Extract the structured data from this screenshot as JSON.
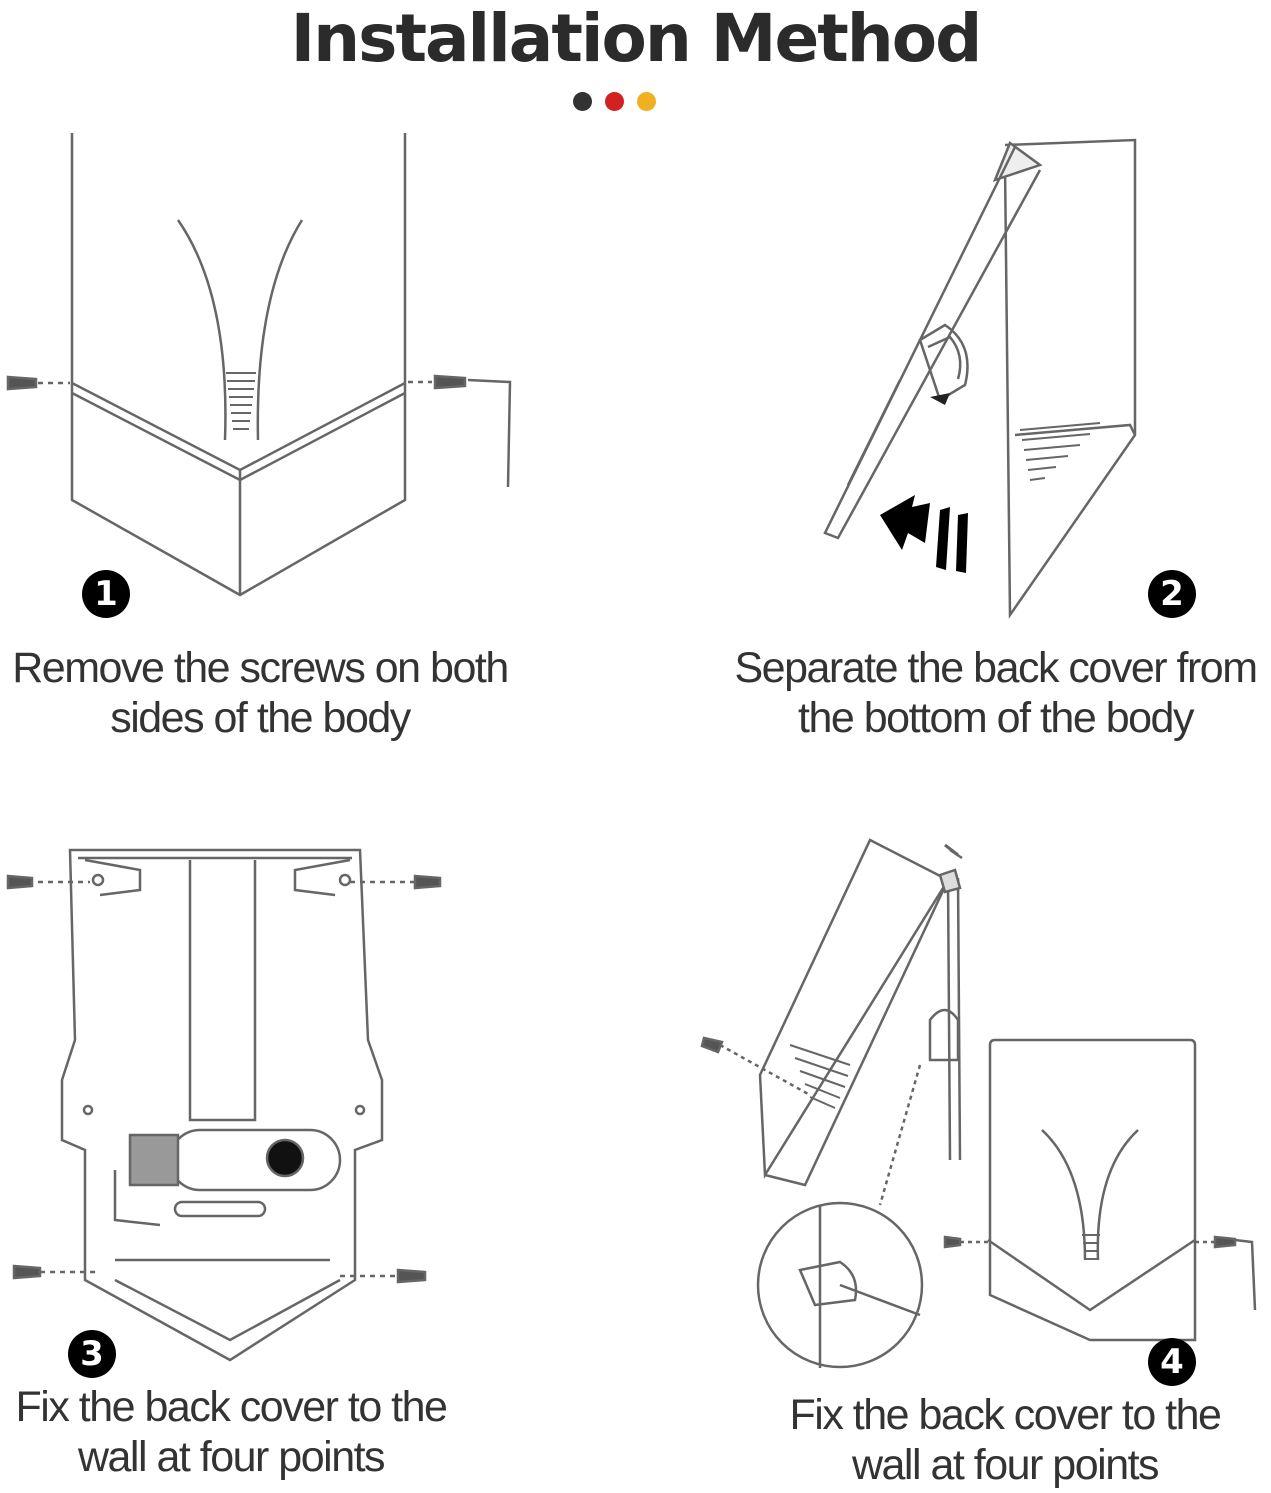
{
  "title": "Installation Method",
  "accent_dots": [
    "#333333",
    "#d32020",
    "#f0b020"
  ],
  "steps": [
    {
      "number": "1",
      "line1": "Remove the screws on both",
      "line2": "sides of the body",
      "icon": "hand-dryer-front-screws"
    },
    {
      "number": "2",
      "line1": "Separate the back cover from",
      "line2": "the bottom of the body",
      "icon": "hand-dryer-open-cover"
    },
    {
      "number": "3",
      "line1": "Fix the back cover to the",
      "line2": "wall at four points",
      "icon": "back-cover-mounting"
    },
    {
      "number": "4",
      "line1": "Fix the back cover to the",
      "line2": "wall at four points",
      "icon": "hand-dryer-reassemble"
    }
  ]
}
